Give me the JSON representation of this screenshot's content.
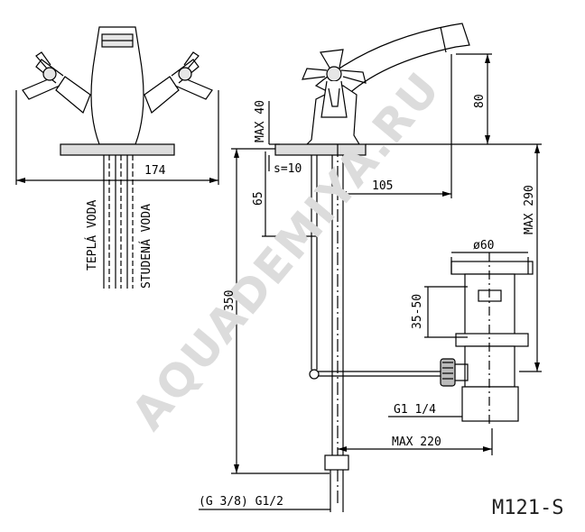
{
  "watermark": "AQUADEMIYA.RU",
  "model": "M121-S",
  "labels": {
    "width_174": "174",
    "warm_water": "TEPLÁ VODA",
    "cold_water": "STUDENÁ VODA",
    "max40": "MAX 40",
    "s10": "s=10",
    "d65": "65",
    "d105": "105",
    "d350": "350",
    "d80": "80",
    "max290": "MAX 290",
    "phi60": "ø60",
    "d3550": "35-50",
    "g114": "G1 1/4",
    "max220": "MAX 220",
    "thread": "(G 3/8) G1/2"
  },
  "colors": {
    "line": "#000000",
    "watermark": "#dcdcdc"
  }
}
